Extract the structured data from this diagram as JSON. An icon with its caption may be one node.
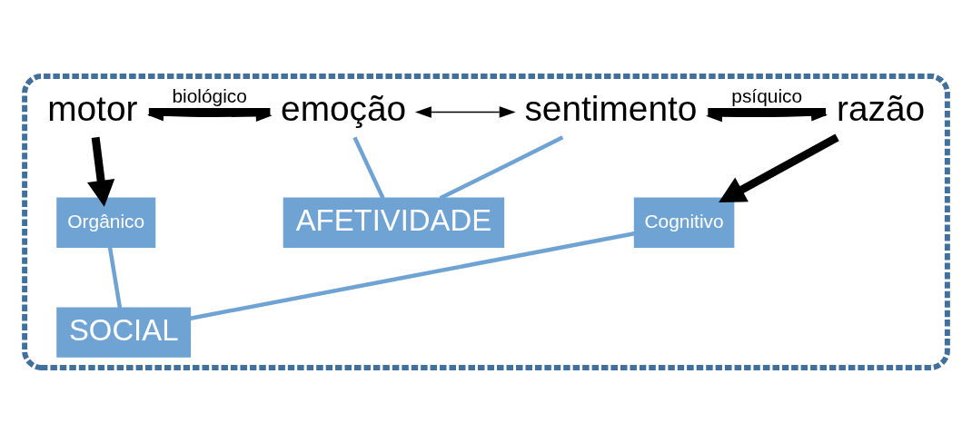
{
  "diagram": {
    "nodes": [
      {
        "text": [],
        "shape": "ellipse"
      },
      {
        "text": [
          "motor"
        ],
        "in": 0
      },
      {
        "text": [
          "emoção"
        ],
        "in": 0
      },
      {
        "text": [
          "sentimento"
        ],
        "in": 0
      },
      {
        "text": [
          "razão"
        ],
        "in": 0
      },
      {
        "text": [
          "Orgânico"
        ],
        "in": 0
      },
      {
        "text": [
          "AFETIVIDADE"
        ],
        "in": 0
      },
      {
        "text": [
          "Cognitivo"
        ],
        "in": 0
      },
      {
        "text": [
          "SOCIAL"
        ],
        "in": 0
      }
    ],
    "edges": [
      {
        "from": 1,
        "to": 2,
        "arrow": "both"
      },
      {
        "from": 2,
        "to": 3,
        "arrow": "both"
      },
      {
        "from": 3,
        "to": 4,
        "arrow": "both"
      },
      {
        "from": 1,
        "to": 2,
        "arrow": "none",
        "label": "biológico",
        "style": "thick"
      },
      {
        "from": 3,
        "to": 4,
        "arrow": "none",
        "label": "psíquico",
        "style": "thick"
      },
      {
        "from": 1,
        "to": 5,
        "arrow": "to",
        "style": "thick"
      },
      {
        "from": 4,
        "to": 7,
        "arrow": "to",
        "style": "thick"
      },
      {
        "from": 2,
        "to": 6,
        "arrow": "none",
        "color": "#6fa3d3"
      },
      {
        "from": 3,
        "to": 6,
        "arrow": "none",
        "color": "#6fa3d3"
      },
      {
        "from": 5,
        "to": 8,
        "arrow": "none",
        "color": "#6fa3d3"
      },
      {
        "from": 7,
        "to": 8,
        "arrow": "none",
        "color": "#6fa3d3"
      }
    ]
  }
}
